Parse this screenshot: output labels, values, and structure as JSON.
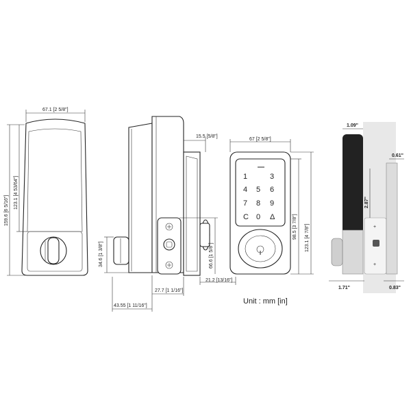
{
  "unit_label": "Unit : mm [in]",
  "front_view": {
    "width": "67.1 [2 5/8\"]",
    "height_total": "159.6 [6 5/16\"]",
    "height_body": "123.1 [4 53/64\"]"
  },
  "side_view": {
    "depth_top": "15.5 [5/8\"]",
    "plate_height": "66.6 [1 5/8\"]",
    "latch_height": "34.6 [1 3/8\"]",
    "plate_offset": "21.2 [13/16\"]",
    "projection": "27.7 [1 1/16\"]",
    "total_depth": "43.55 [1 11/16\"]"
  },
  "keypad_view": {
    "width": "67 [2 5/8\"]",
    "pad_height": "98.5 [3 7/8\"]",
    "total_height": "123.1 [4 7/8\"]",
    "keys": [
      "1",
      "3",
      "4",
      "5",
      "6",
      "7",
      "8",
      "9",
      "C",
      "0",
      "Δ"
    ]
  },
  "photo_view": {
    "top_width": "1.09\"",
    "right_depth": "0.61\"",
    "plate_height": "2.87\"",
    "bottom_left": "1.71\"",
    "bottom_right": "0.83\""
  }
}
